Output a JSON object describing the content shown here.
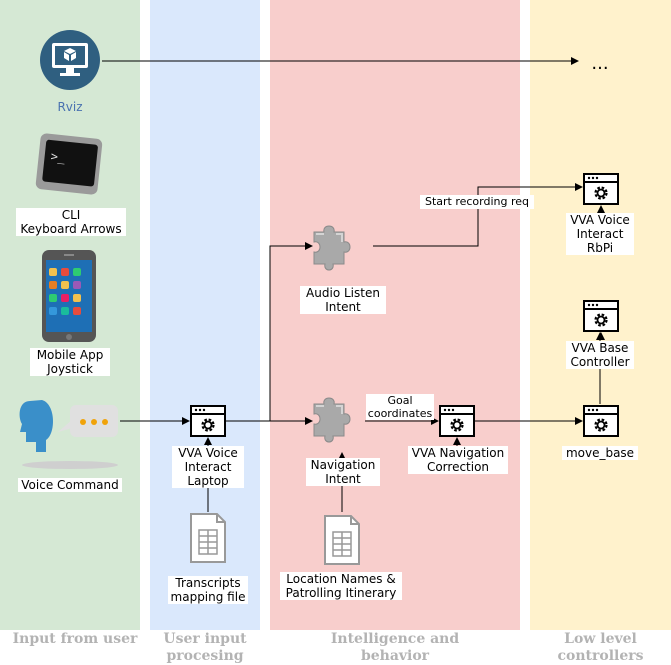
{
  "lanes": {
    "input": "Input from user",
    "processing": [
      "User input",
      "procesing"
    ],
    "intelligence": [
      "Intelligence and",
      "behavior"
    ],
    "low_level": [
      "Low level",
      "controllers"
    ]
  },
  "nodes": {
    "rviz": "Rviz",
    "cli": [
      "CLI",
      "Keyboard Arrows"
    ],
    "mobile": [
      "Mobile App",
      "Joystick"
    ],
    "voice_command": "Voice Command",
    "vva_laptop": [
      "VVA Voice",
      "Interact",
      "Laptop"
    ],
    "transcripts": [
      "Transcripts",
      "mapping file"
    ],
    "audio_intent": [
      "Audio Listen",
      "Intent"
    ],
    "nav_intent": [
      "Navigation",
      "Intent"
    ],
    "locations": [
      "Location Names &",
      "Patrolling Itinerary"
    ],
    "vva_nav_correction": [
      "VVA Navigation",
      "Correction"
    ],
    "vva_rbpi": [
      "VVA Voice",
      "Interact",
      "RbPi"
    ],
    "vva_base": [
      "VVA Base",
      "Controller"
    ],
    "move_base": "move_base",
    "ellipsis": "..."
  },
  "edges": {
    "start_recording": "Start recording req",
    "goal_coordinates": [
      "Goal",
      "coordinates"
    ]
  },
  "colors": {
    "input_lane": "#d5e8d4",
    "processing_lane": "#dae8fc",
    "intelligence_lane": "#f8cecc",
    "low_level_lane": "#fff2cc",
    "lane_title": "#b3b3b3",
    "rviz_label": "#4a72b0"
  },
  "icons": [
    "monitor-icon",
    "terminal-icon",
    "smartphone-icon",
    "speaker-head-icon",
    "speech-bubble-icon",
    "app-window-gear-icon",
    "document-table-icon",
    "puzzle-piece-icon"
  ]
}
